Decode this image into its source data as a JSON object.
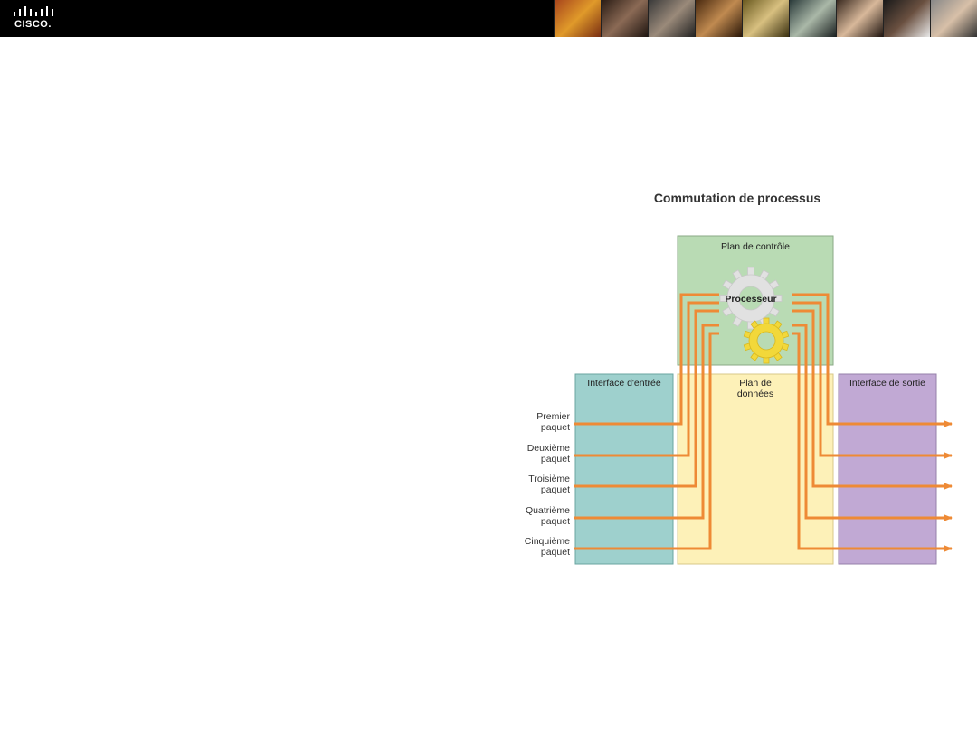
{
  "header": {
    "brand": "CISCO.",
    "photos": [
      "photo-1",
      "photo-2",
      "photo-3",
      "photo-4",
      "photo-5",
      "photo-6",
      "photo-7",
      "photo-8",
      "photo-9"
    ]
  },
  "diagram": {
    "title": "Commutation de processus",
    "control_plane": "Plan de contrôle",
    "processor": "Processeur",
    "input_interface": "Interface d'entrée",
    "data_plane": "Plan de\ndonnées",
    "output_interface": "Interface de sortie",
    "packets": [
      {
        "line1": "Premier",
        "line2": "paquet"
      },
      {
        "line1": "Deuxième",
        "line2": "paquet"
      },
      {
        "line1": "Troisième",
        "line2": "paquet"
      },
      {
        "line1": "Quatrième",
        "line2": "paquet"
      },
      {
        "line1": "Cinquième",
        "line2": "paquet"
      }
    ],
    "colors": {
      "control": "#b9dbb4",
      "input": "#9ed0cd",
      "data": "#fdf1b8",
      "output": "#c1a9d4",
      "arrow": "#ee8a35",
      "gear_gray": "#e1e1e1",
      "gear_yellow": "#f2d83a"
    }
  }
}
